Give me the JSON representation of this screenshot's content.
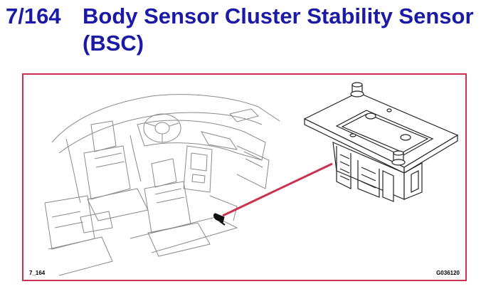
{
  "header": {
    "number": "7/164",
    "title": "Body Sensor Cluster Stability Sensor (BSC)"
  },
  "figure": {
    "code": "7_164",
    "id": "G036120"
  },
  "colors": {
    "title": "#1a1aa6",
    "frame": "#c9334f",
    "pointer": "#c9334f",
    "line": "#555555"
  }
}
